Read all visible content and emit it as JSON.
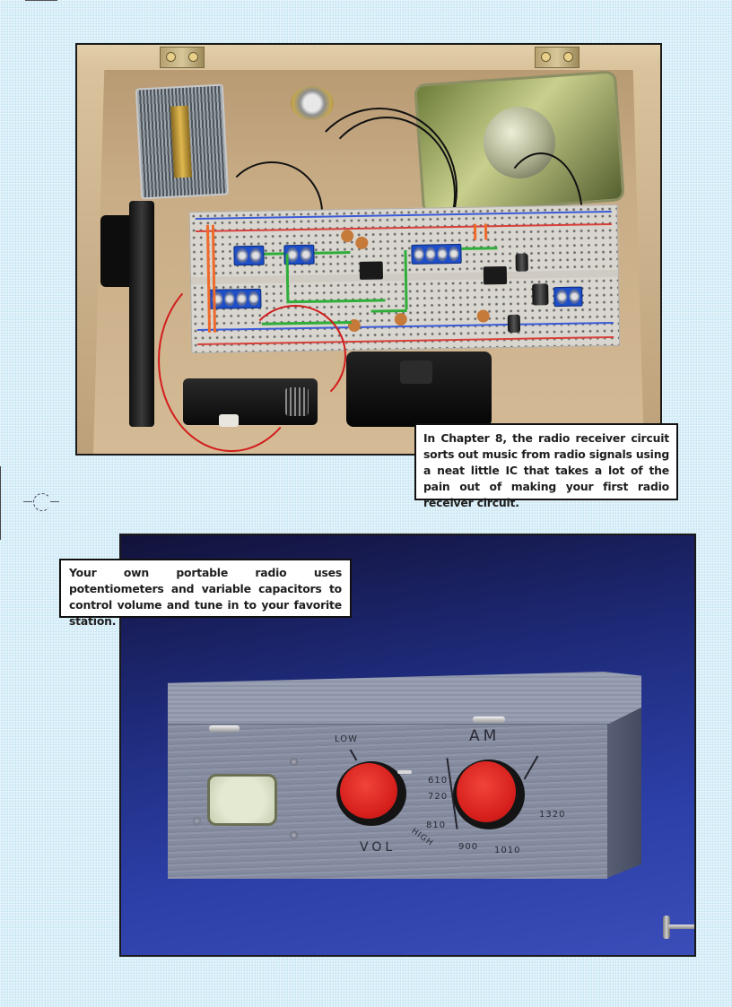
{
  "page": {
    "background_color": "#d6eef8"
  },
  "figures": [
    {
      "id": "breadboard-radio",
      "description": "Radio receiver breadboard circuit mounted inside an open wooden box with tuning capacitor, potentiometer, speaker, ferrite antenna and battery holders",
      "caption": "In Chapter 8, the radio receiver circuit sorts out music from radio signals using a neat little IC that takes a lot of the pain out of making your first radio receiver circuit."
    },
    {
      "id": "portable-radio",
      "description": "Finished portable radio in a gray-washed wooden box with two red knobs, speaker opening and toggle switch on a blue backdrop",
      "caption": "Your own portable radio uses potentiometers and variable capacitors to control volume and tune in to your favorite station.",
      "panel_labels": {
        "volume_low": "LOW",
        "volume_high": "HIGH",
        "volume": "VOL",
        "band": "AM",
        "dial_marks": [
          "610",
          "720",
          "810",
          "900",
          "1010",
          "1320"
        ]
      }
    }
  ],
  "colors": {
    "knob_red": "#d61f1c",
    "backdrop_blue": "#2c3fa8",
    "terminal_blue": "#1e4fc8",
    "jumper_green": "#2fae3a"
  }
}
